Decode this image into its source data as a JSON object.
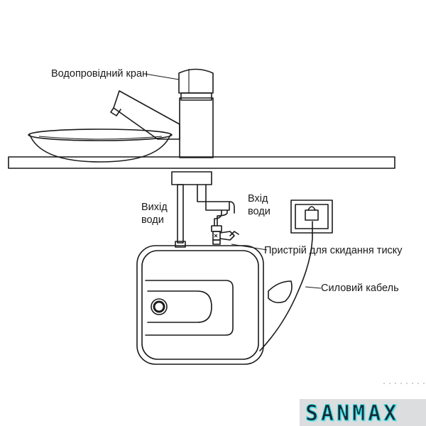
{
  "labels": {
    "faucet": "Водопровідний кран",
    "outlet_line1": "Вихід",
    "outlet_line2": "води",
    "inlet_line1": "Вхід",
    "inlet_line2": "води",
    "pressure_valve": "Пристрій для скидання тиску",
    "power_cable": "Силовий кабель"
  },
  "logo": {
    "text": "SANMAX",
    "color": "#1b2a36",
    "glow": "#2fe0e6"
  },
  "colors": {
    "line": "#1a1a1a",
    "fill_light": "#f2f2f2",
    "background": "#ffffff"
  }
}
